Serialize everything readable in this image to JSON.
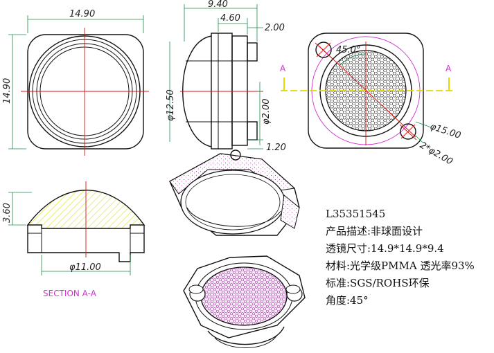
{
  "drawing": {
    "front_view": {
      "width_dim": "14.90",
      "height_dim": "14.90"
    },
    "side_view": {
      "total_dim": "9.40",
      "flange_dim": "4.60",
      "pin_dim": "2.00",
      "dome_dim": "φ12.50",
      "pin_dia_dim": "φ2.00",
      "base_dim": "1.20"
    },
    "top_view": {
      "angle_dim": "45.0°",
      "circle_dim": "φ15.00",
      "holes_dim": "2*φ2.00",
      "section_mark_left": "A",
      "section_mark_right": "A"
    },
    "section_view": {
      "height_dim": "3.60",
      "dia_dim": "φ11.00",
      "caption": "SECTION A-A"
    }
  },
  "specs": {
    "model": "L35351545",
    "description": "产品描述:非球面设计",
    "size": "透镜尺寸:14.9*14.9*9.4",
    "material": "材料:光学级PMMA 透光率93%",
    "standard": "标准:SGS/ROHS环保",
    "angle": "角度:45°"
  },
  "colors": {
    "outline": "#111111",
    "dimension": "#1a8a4a",
    "centerline": "#e01010",
    "section": "#d030d0",
    "hatch": "#e8e850"
  }
}
